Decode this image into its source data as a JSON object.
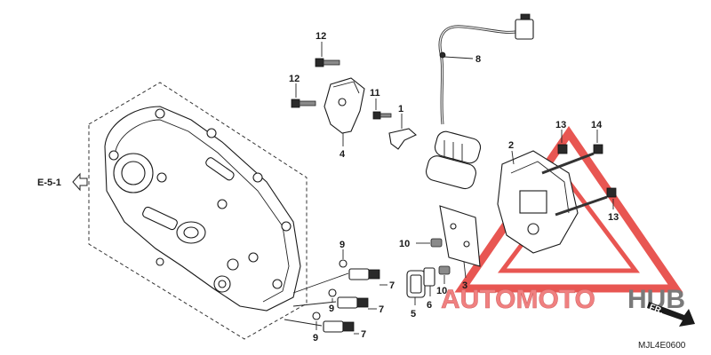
{
  "callouts": {
    "p1": "1",
    "p2": "2",
    "p3": "3",
    "p4": "4",
    "p5": "5",
    "p6": "6",
    "p7a": "7",
    "p7b": "7",
    "p7c": "7",
    "p8": "8",
    "p9a": "9",
    "p9b": "9",
    "p9c": "9",
    "p10a": "10",
    "p10b": "10",
    "p11": "11",
    "p12a": "12",
    "p12b": "12",
    "p13a": "13",
    "p13b": "13",
    "p14": "14"
  },
  "reference": {
    "label": "E-5-1"
  },
  "direction": {
    "label": "FR."
  },
  "diagram_code": "MJL4E0600",
  "watermark": {
    "text_a": "AUTOMOTO",
    "text_b": "HUB",
    "color_a": "#f08080",
    "color_b": "#7a7a7a",
    "triangle_color": "#e53935"
  }
}
